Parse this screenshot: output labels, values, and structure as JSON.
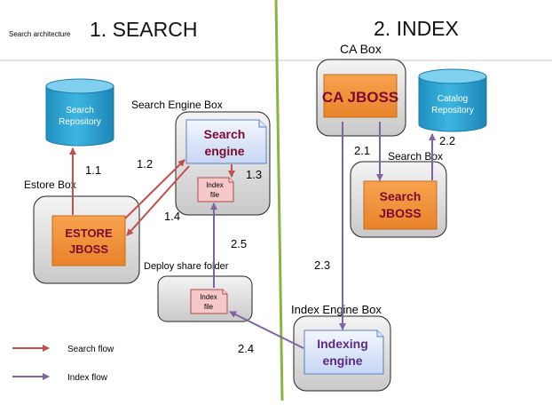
{
  "header": {
    "small_title": "Search architecture",
    "section_search": "1. SEARCH",
    "section_index": "2. INDEX"
  },
  "colors": {
    "divider_green": "#8ab43c",
    "search_flow": "#c0504d",
    "index_flow": "#8064a2",
    "orange": "#f2953b",
    "blue_cylinder": "#31a9d6",
    "text_maroon": "#7b0a2f",
    "text_purple": "#5b2a86"
  },
  "boxes": {
    "estore_box": "Estore Box",
    "search_engine_box": "Search Engine Box",
    "deploy_share_folder": "Deploy share folder",
    "ca_box": "CA Box",
    "search_box": "Search Box",
    "index_engine_box": "Index Engine Box"
  },
  "nodes": {
    "search_repository": [
      "Search",
      "Repository"
    ],
    "catalog_repository": [
      "Catalog",
      "Repository"
    ],
    "estore_jboss": [
      "ESTORE",
      "JBOSS"
    ],
    "search_engine": [
      "Search",
      "engine"
    ],
    "index_file_1": [
      "Index",
      "file"
    ],
    "index_file_2": [
      "Index",
      "file"
    ],
    "ca_jboss": "CA JBOSS",
    "search_jboss": [
      "Search",
      "JBOSS"
    ],
    "indexing_engine": [
      "Indexing",
      "engine"
    ]
  },
  "steps": {
    "s1_1": "1.1",
    "s1_2": "1.2",
    "s1_3": "1.3",
    "s1_4": "1.4",
    "s2_1": "2.1",
    "s2_2": "2.2",
    "s2_3": "2.3",
    "s2_4": "2.4",
    "s2_5": "2.5"
  },
  "legend": {
    "search_flow": "Search flow",
    "index_flow": "Index flow"
  }
}
